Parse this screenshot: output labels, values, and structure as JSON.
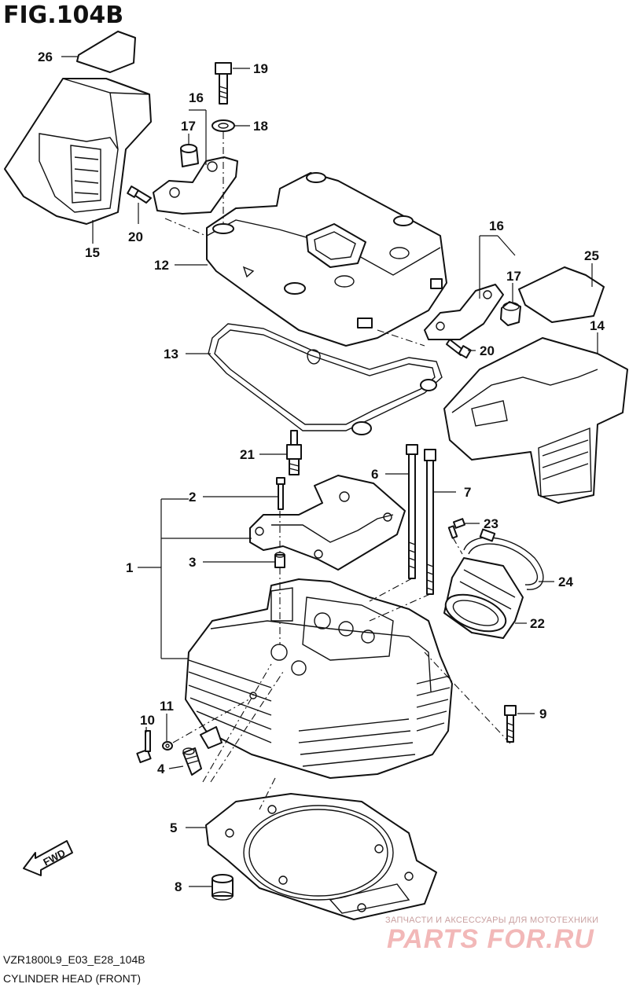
{
  "figure": {
    "title": "FIG.104B",
    "model_code": "VZR1800L9_E03_E28_104B",
    "description": "CYLINDER HEAD (FRONT)"
  },
  "watermark": {
    "tagline": "ЗАПЧАСТИ И АКСЕССУАРЫ ДЛЯ МОТОТЕХНИКИ",
    "brand": "PARTS FOR.RU"
  },
  "direction_arrow": "FWD",
  "callouts": {
    "c1": "1",
    "c2": "2",
    "c3": "3",
    "c4": "4",
    "c5": "5",
    "c6": "6",
    "c7": "7",
    "c8": "8",
    "c9": "9",
    "c10": "10",
    "c11": "11",
    "c12": "12",
    "c13": "13",
    "c14": "14",
    "c15": "15",
    "c16a": "16",
    "c16b": "16",
    "c17a": "17",
    "c17b": "17",
    "c18": "18",
    "c19": "19",
    "c20a": "20",
    "c20b": "20",
    "c21": "21",
    "c22": "22",
    "c23": "23",
    "c24": "24",
    "c25": "25",
    "c26": "26"
  }
}
